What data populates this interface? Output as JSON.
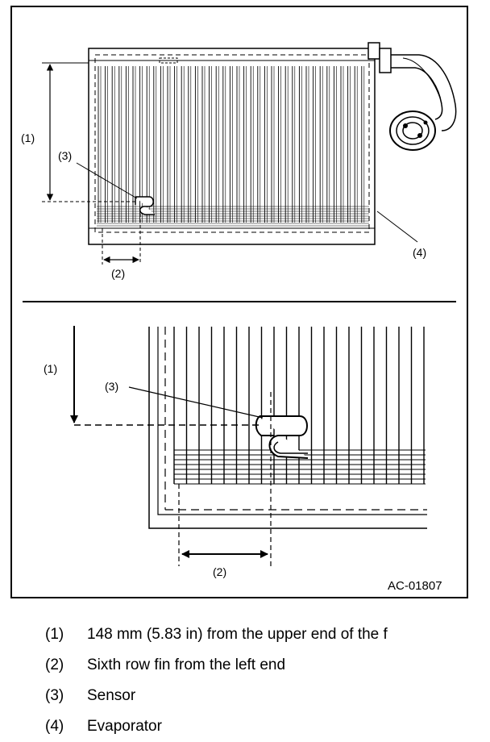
{
  "figure": {
    "top": {
      "labels": {
        "dim1": "(1)",
        "sensor": "(3)",
        "dim2": "(2)",
        "evaporator": "(4)"
      }
    },
    "bottom": {
      "labels": {
        "dim1": "(1)",
        "sensor": "(3)",
        "dim2": "(2)"
      }
    },
    "code": "AC-01807"
  },
  "legend": [
    {
      "num": "(1)",
      "text": "148 mm (5.83 in) from the upper end of the f"
    },
    {
      "num": "(2)",
      "text": "Sixth row fin from the left end"
    },
    {
      "num": "(3)",
      "text": "Sensor"
    },
    {
      "num": "(4)",
      "text": "Evaporator"
    }
  ]
}
